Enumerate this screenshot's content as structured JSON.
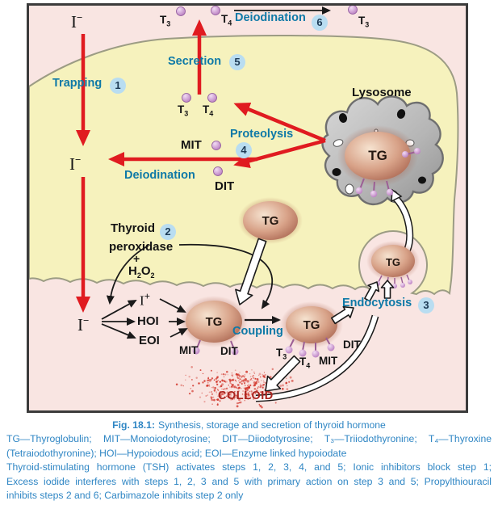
{
  "figure": {
    "labels": {
      "i": "I",
      "sup_minus": "−",
      "sup_plus": "+",
      "t": "T",
      "three": "3",
      "four": "4",
      "two": "2",
      "h": "H",
      "o": "O",
      "plus": "+",
      "tg": "TG",
      "mit": "MIT",
      "dit": "DIT",
      "hoi": "HOI",
      "eoi": "EOI",
      "trapping": "Trapping",
      "secretion": "Secretion",
      "proteolysis": "Proteolysis",
      "deiodination": "Deiodination",
      "coupling": "Coupling",
      "endocytosis": "Endocytosis",
      "lysosome": "Lysosome",
      "thyroid": "Thyroid",
      "peroxidase": "peroxidase",
      "colloid": "COLLOID"
    },
    "steps": {
      "s1": "1",
      "s2": "2",
      "s3": "3",
      "s4": "4",
      "s5": "5",
      "s6": "6"
    },
    "colors": {
      "process_label": "#0e79a7",
      "arrow_red": "#e01b20",
      "step_badge_bg": "#b9ddf1",
      "colloid_text": "#aa241f",
      "caption_blue": "#2f86c4",
      "cell_fill": "#f6f2bd",
      "outside_fill": "#f9e5e2"
    }
  },
  "caption": {
    "fig_label": "Fig. 18.1:",
    "title": "Synthesis, storage and secretion of thyroid hormone",
    "line2": "TG—Thyroglobulin; MIT—Monoiodotyrosine; DIT—Diiodotyrosine; T₃—Triiodothyronine; T₄—Thyroxine",
    "line3": "(Tetraiodothyronine); HOI—Hypoiodous acid; EOI—Enzyme linked hypoiodate",
    "line4": "Thyroid-stimulating hormone (TSH) activates steps 1, 2, 3, 4, and 5; Ionic inhibitors block step 1;",
    "line5": "Excess iodide interferes with steps 1, 2, 3 and 5 with primary action on step 3 and 5; Propylthiouracil",
    "line6": "inhibits steps 2 and 6; Carbimazole inhibits step 2 only"
  }
}
